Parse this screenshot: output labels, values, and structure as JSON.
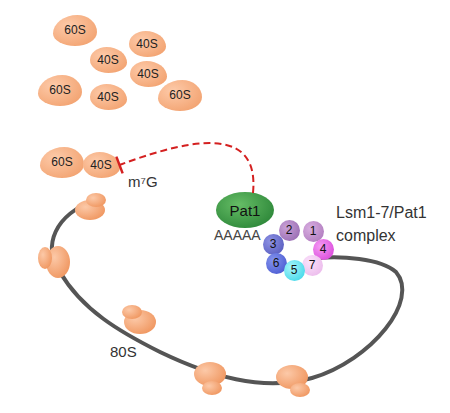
{
  "diagram": {
    "nodes": [
      {
        "text": [
          "60S"
        ]
      },
      {
        "text": [
          "40S"
        ]
      },
      {
        "text": [
          "40S"
        ]
      },
      {
        "text": [
          "40S"
        ]
      },
      {
        "text": [
          "60S"
        ]
      },
      {
        "text": [
          "40S"
        ]
      },
      {
        "text": [
          "60S"
        ]
      },
      {
        "text": [
          "60S"
        ]
      },
      {
        "text": [
          "40S"
        ]
      },
      {
        "text": [
          "Pat1"
        ]
      },
      {
        "text": [
          "2"
        ]
      },
      {
        "text": [
          "1"
        ]
      },
      {
        "text": [
          "3"
        ]
      },
      {
        "text": [
          "4"
        ]
      },
      {
        "text": [
          "6"
        ]
      },
      {
        "text": [
          "7"
        ]
      },
      {
        "text": [
          "5"
        ]
      }
    ],
    "edges": [
      {
        "from": 9,
        "to": 8,
        "arrow": "to"
      }
    ],
    "labels": [
      "m⁷G",
      "Lsm1-7/Pat1 complex",
      "AAAAA",
      "80S"
    ]
  }
}
